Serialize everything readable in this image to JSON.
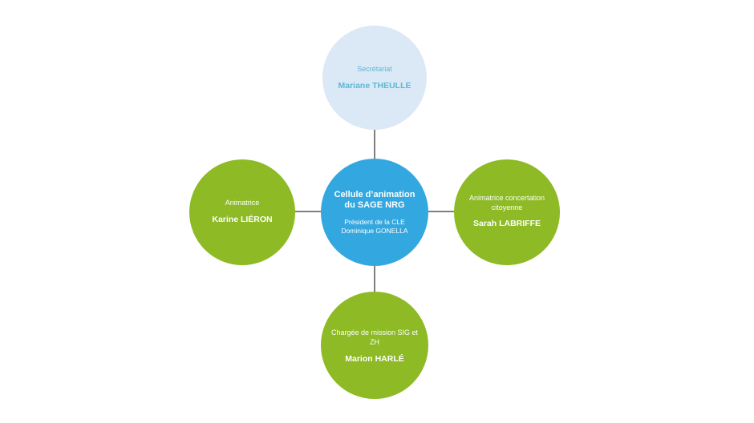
{
  "colors": {
    "center_fill": "#33a7e0",
    "green_fill": "#8dba25",
    "secretariat_fill": "#dbe8f5",
    "secretariat_text": "#5eb7d5",
    "connector": "#7f7f7f"
  },
  "center": {
    "title": "Cellule d’animation du SAGE NRG",
    "role": "Président de la CLE",
    "person": "Dominique GONELLA"
  },
  "top": {
    "role": "Secrétariat",
    "person": "Mariane THEULLE"
  },
  "left": {
    "role": "Animatrice",
    "person": "Karine LIÉRON"
  },
  "right": {
    "role": "Animatrice concertation citoyenne",
    "person": "Sarah LABRIFFE"
  },
  "bottom": {
    "role": "Chargée de mission SIG et ZH",
    "person": "Marion HARLÉ"
  }
}
